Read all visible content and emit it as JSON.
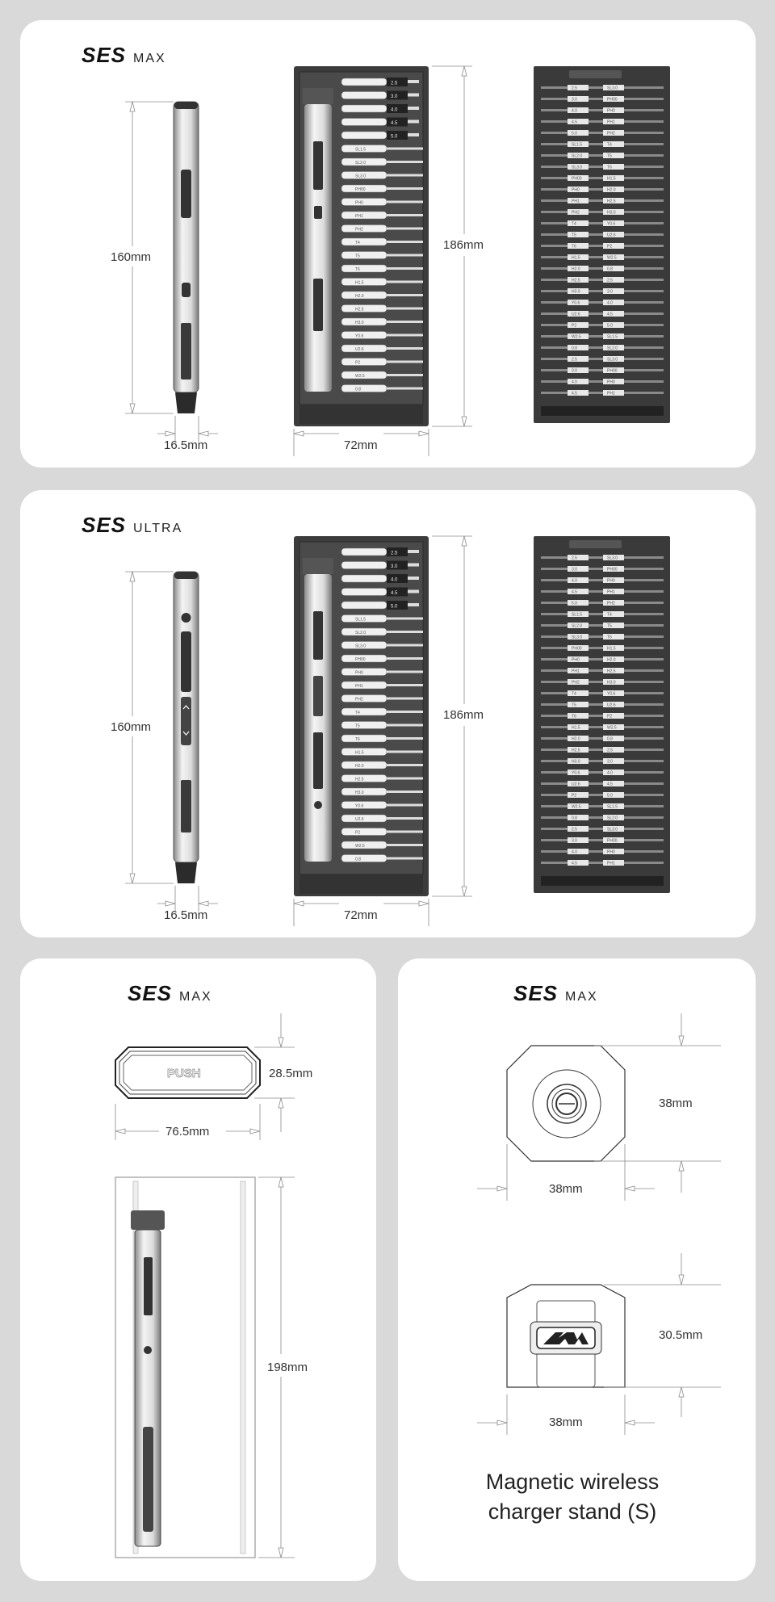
{
  "panels": {
    "max": {
      "logo_main": "SES",
      "logo_sub": "MAX",
      "pen_length": "160mm",
      "pen_diameter": "16.5mm",
      "case_height": "186mm",
      "case_width": "72mm"
    },
    "ultra": {
      "logo_main": "SES",
      "logo_sub": "ULTRA",
      "pen_length": "160mm",
      "pen_diameter": "16.5mm",
      "case_height": "186mm",
      "case_width": "72mm"
    },
    "case": {
      "logo_main": "SES",
      "logo_sub": "MAX",
      "button_label": "PUSH",
      "case_depth": "28.5mm",
      "case_width": "76.5mm",
      "case_length": "198mm"
    },
    "charger": {
      "logo_main": "SES",
      "logo_sub": "MAX",
      "top_height": "38mm",
      "top_width": "38mm",
      "side_height": "30.5mm",
      "side_width": "38mm",
      "caption_line1": "Magnetic wireless",
      "caption_line2": "charger stand (S)"
    }
  },
  "bits": {
    "sockets": [
      "2.5",
      "3.0",
      "4.0",
      "4.5",
      "5.0"
    ],
    "tips": [
      "SL1.5",
      "SL2.0",
      "SL3.0",
      "PH00",
      "PH0",
      "PH1",
      "PH2",
      "T4",
      "T5",
      "T6",
      "H1.5",
      "H2.0",
      "H2.5",
      "H3.0",
      "Y0.6",
      "U2.6",
      "P2",
      "W2.5",
      "0.8"
    ]
  },
  "colors": {
    "background": "#d9d9d9",
    "panel": "#ffffff",
    "case": "#404040",
    "dim_line": "#8a8a8a"
  }
}
